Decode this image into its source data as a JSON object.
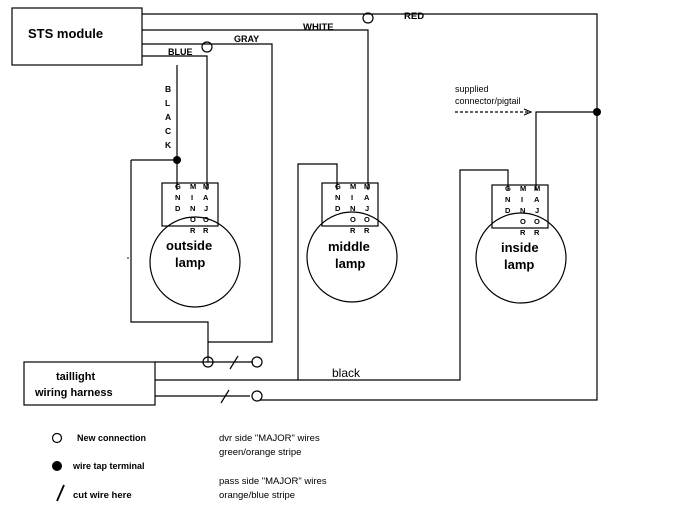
{
  "module": {
    "label": "STS module"
  },
  "harness": {
    "line1": "taillight",
    "line2": "wiring harness"
  },
  "wires": {
    "white": "WHITE",
    "red": "RED",
    "blue": "BLUE",
    "gray": "GRAY",
    "black_vertical": [
      "B",
      "L",
      "A",
      "C",
      "K"
    ],
    "black_bottom": "black"
  },
  "supplied": {
    "line1": "supplied",
    "line2": "connector/pigtail"
  },
  "connector": {
    "gnd": [
      "G",
      "N",
      "D"
    ],
    "minor": [
      "M",
      "I",
      "N",
      "O",
      "R"
    ],
    "major": [
      "M",
      "A",
      "J",
      "O",
      "R"
    ]
  },
  "lamps": {
    "outside": {
      "line1": "outside",
      "line2": "lamp"
    },
    "middle": {
      "line1": "middle",
      "line2": "lamp"
    },
    "inside": {
      "line1": "inside",
      "line2": "lamp"
    }
  },
  "legend": {
    "new_connection": "New connection",
    "wire_tap": "wire tap terminal",
    "cut_wire": "cut wire here"
  },
  "notes": {
    "dvr_line1": "dvr side \"MAJOR\" wires",
    "dvr_line2": "green/orange stripe",
    "pass_line1": "pass side \"MAJOR\" wires",
    "pass_line2": "orange/blue stripe"
  }
}
